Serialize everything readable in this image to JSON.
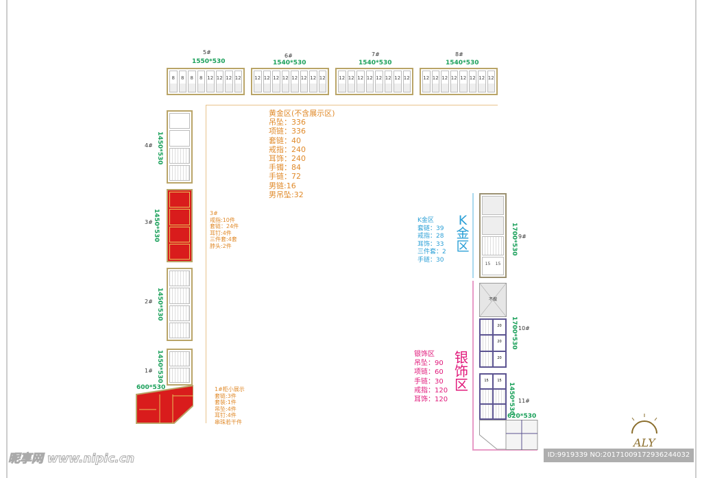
{
  "top_cabinets": [
    {
      "label": "5#",
      "dims": "1550*530",
      "cells": [
        "8",
        "8",
        "8",
        "8",
        "12",
        "12",
        "12",
        "12"
      ]
    },
    {
      "label": "6#",
      "dims": "1540*530",
      "cells": [
        "12",
        "12",
        "12",
        "12",
        "12",
        "12",
        "12",
        "12"
      ]
    },
    {
      "label": "7#",
      "dims": "1540*530",
      "cells": [
        "12",
        "12",
        "12",
        "12",
        "12",
        "12",
        "12",
        "12"
      ]
    },
    {
      "label": "8#",
      "dims": "1540*530",
      "cells": [
        "12",
        "12",
        "12",
        "12",
        "12",
        "12",
        "12",
        "12"
      ]
    }
  ],
  "left_cabinets": {
    "c4": {
      "label": "4#",
      "dims": "1450*530"
    },
    "c3": {
      "label": "3#",
      "dims": "1450*530"
    },
    "c2": {
      "label": "2#",
      "dims": "1450*530"
    },
    "c1": {
      "label": "1#",
      "dims": "1450*530",
      "extra_dims": "600*530"
    }
  },
  "gold_zone": {
    "title": "黄金区(不含展示区)",
    "items": [
      "吊坠：336",
      "项链：336",
      "套链：40",
      "戒指：240",
      "耳饰：240",
      "手镯：84",
      "手链：72",
      "男链:16",
      "男吊坠:32"
    ]
  },
  "note3": {
    "title": "3#",
    "items": [
      "戒指:10件",
      "套链：24件",
      "耳钉:4件",
      "三件套:4套",
      "脖头:2件"
    ]
  },
  "note1": {
    "title": "1#柜小展示",
    "items": [
      "套链:3件",
      "套装:1件",
      "吊坠:4件",
      "耳钉:4件",
      "串珠若干件"
    ]
  },
  "k_zone": {
    "big_label": "K金区",
    "title": "K金区",
    "items": [
      "套链：39",
      "戒指：28",
      "耳饰：33",
      "三件套：2",
      "手链：30"
    ]
  },
  "right_cabinets": {
    "c9": {
      "label": "9#",
      "dims": "1700*530",
      "cells": [
        "15",
        "15"
      ]
    },
    "c10": {
      "label": "10#",
      "dims": "1700*530",
      "blank": "不做",
      "cells": [
        "20",
        "20",
        "20"
      ]
    },
    "c11": {
      "label": "11#",
      "dims": "1450*530",
      "extra_dims": "620*530",
      "cells": [
        "15",
        "15"
      ]
    }
  },
  "silver_zone": {
    "big_label": "银饰区",
    "title": "银饰区",
    "items": [
      "吊坠：90",
      "项链：60",
      "手链：30",
      "戒指：120",
      "耳饰：120"
    ]
  },
  "watermark": {
    "site": "昵享网 www.nipic.cn",
    "id_text": "ID:9919339 NO:20171009172936244032",
    "logo": "ALY"
  },
  "colors": {
    "gold": "#e08a2a",
    "k": "#2a9fd6",
    "silver": "#e0187a",
    "dims": "#1aa05a",
    "red": "#d91c1c"
  }
}
